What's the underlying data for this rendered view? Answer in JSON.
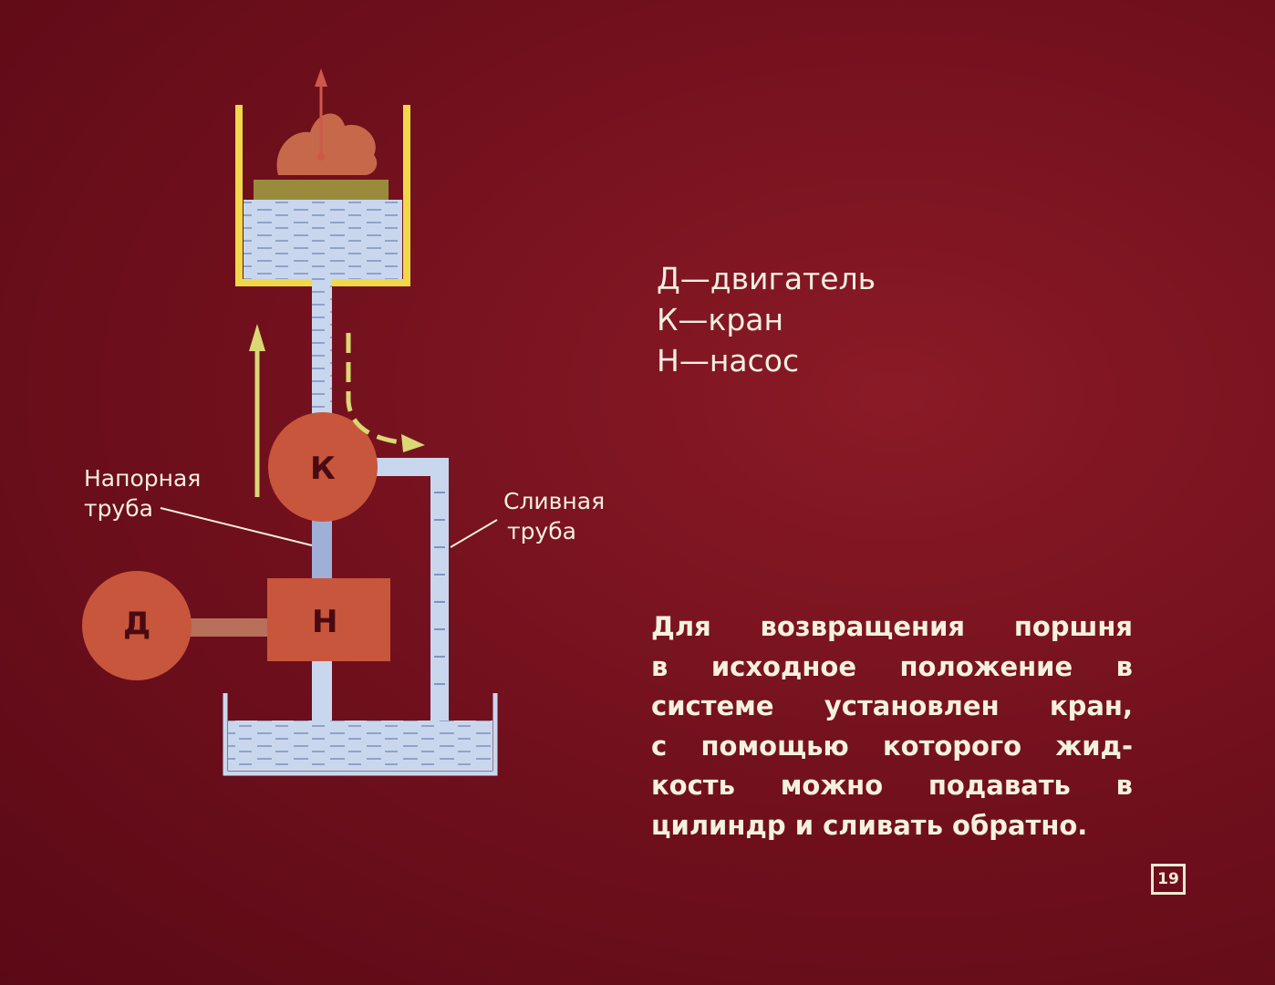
{
  "labels": {
    "motor_letter": "Д",
    "valve_letter": "К",
    "pump_letter": "Н",
    "pressure_pipe_line1": "Напорная",
    "pressure_pipe_line2": "труба",
    "drain_pipe_line1": "Сливная",
    "drain_pipe_line2": "труба"
  },
  "legend": [
    "Д—двигатель",
    "К—кран",
    "Н—насос"
  ],
  "description_lines": [
    "Для возвращения поршня",
    "в исходное положение в",
    "системе установлен кран,",
    "с помощью которого жид-",
    "кость можно подавать в",
    "цилиндр и сливать обратно."
  ],
  "frame_number": "19",
  "colors": {
    "background": "#6f0f1c",
    "cylinder_frame": "#f0d84a",
    "liquid": "#c9d7ee",
    "unit_fill": "#c8563c",
    "piston": "#9a8a3c",
    "arrow": "#d9d874",
    "load": "#c6684a"
  }
}
